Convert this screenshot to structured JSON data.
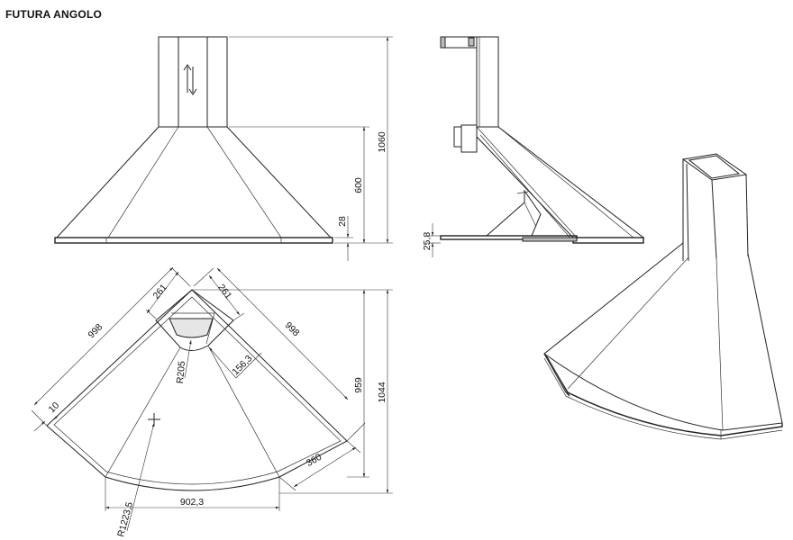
{
  "title": "FUTURA ANGOLO",
  "dimensions": {
    "front_total_height": "1060",
    "front_hood_height": "600",
    "front_lip_height": "28",
    "side_lip_height": "25,8",
    "plan_short_left": "261",
    "plan_short_right": "261",
    "plan_long_left": "998",
    "plan_long_right": "998",
    "plan_edge": "10",
    "plan_chimney_radius": "R205",
    "plan_chimney_offset": "156,3",
    "plan_depth_inner": "959",
    "plan_depth_total": "1044",
    "plan_side_width": "360",
    "plan_front_width": "902,3",
    "plan_front_radius": "R1223,5"
  }
}
